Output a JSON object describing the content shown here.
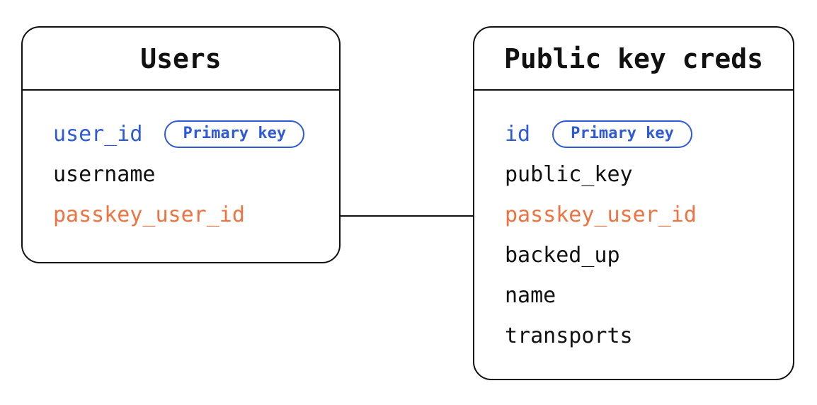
{
  "diagram": {
    "tables": [
      {
        "id": "users",
        "title": "Users",
        "fields": [
          {
            "name": "user_id",
            "color": "blue",
            "badge": "Primary key"
          },
          {
            "name": "username",
            "color": "black",
            "badge": null
          },
          {
            "name": "passkey_user_id",
            "color": "orange",
            "badge": null
          }
        ]
      },
      {
        "id": "public-key-creds",
        "title": "Public key creds",
        "fields": [
          {
            "name": "id",
            "color": "blue",
            "badge": "Primary key"
          },
          {
            "name": "public_key",
            "color": "black",
            "badge": null
          },
          {
            "name": "passkey_user_id",
            "color": "orange",
            "badge": null
          },
          {
            "name": "backed_up",
            "color": "black",
            "badge": null
          },
          {
            "name": "name",
            "color": "black",
            "badge": null
          },
          {
            "name": "transports",
            "color": "black",
            "badge": null
          }
        ]
      }
    ],
    "relationship": {
      "from_table": "Users",
      "from_field": "passkey_user_id",
      "to_table": "Public key creds",
      "to_field": "passkey_user_id"
    },
    "colors": {
      "blue": "#2e59d9",
      "orange": "#ee7340",
      "black": "#111111",
      "border": "#111111",
      "background": "#ffffff"
    }
  }
}
